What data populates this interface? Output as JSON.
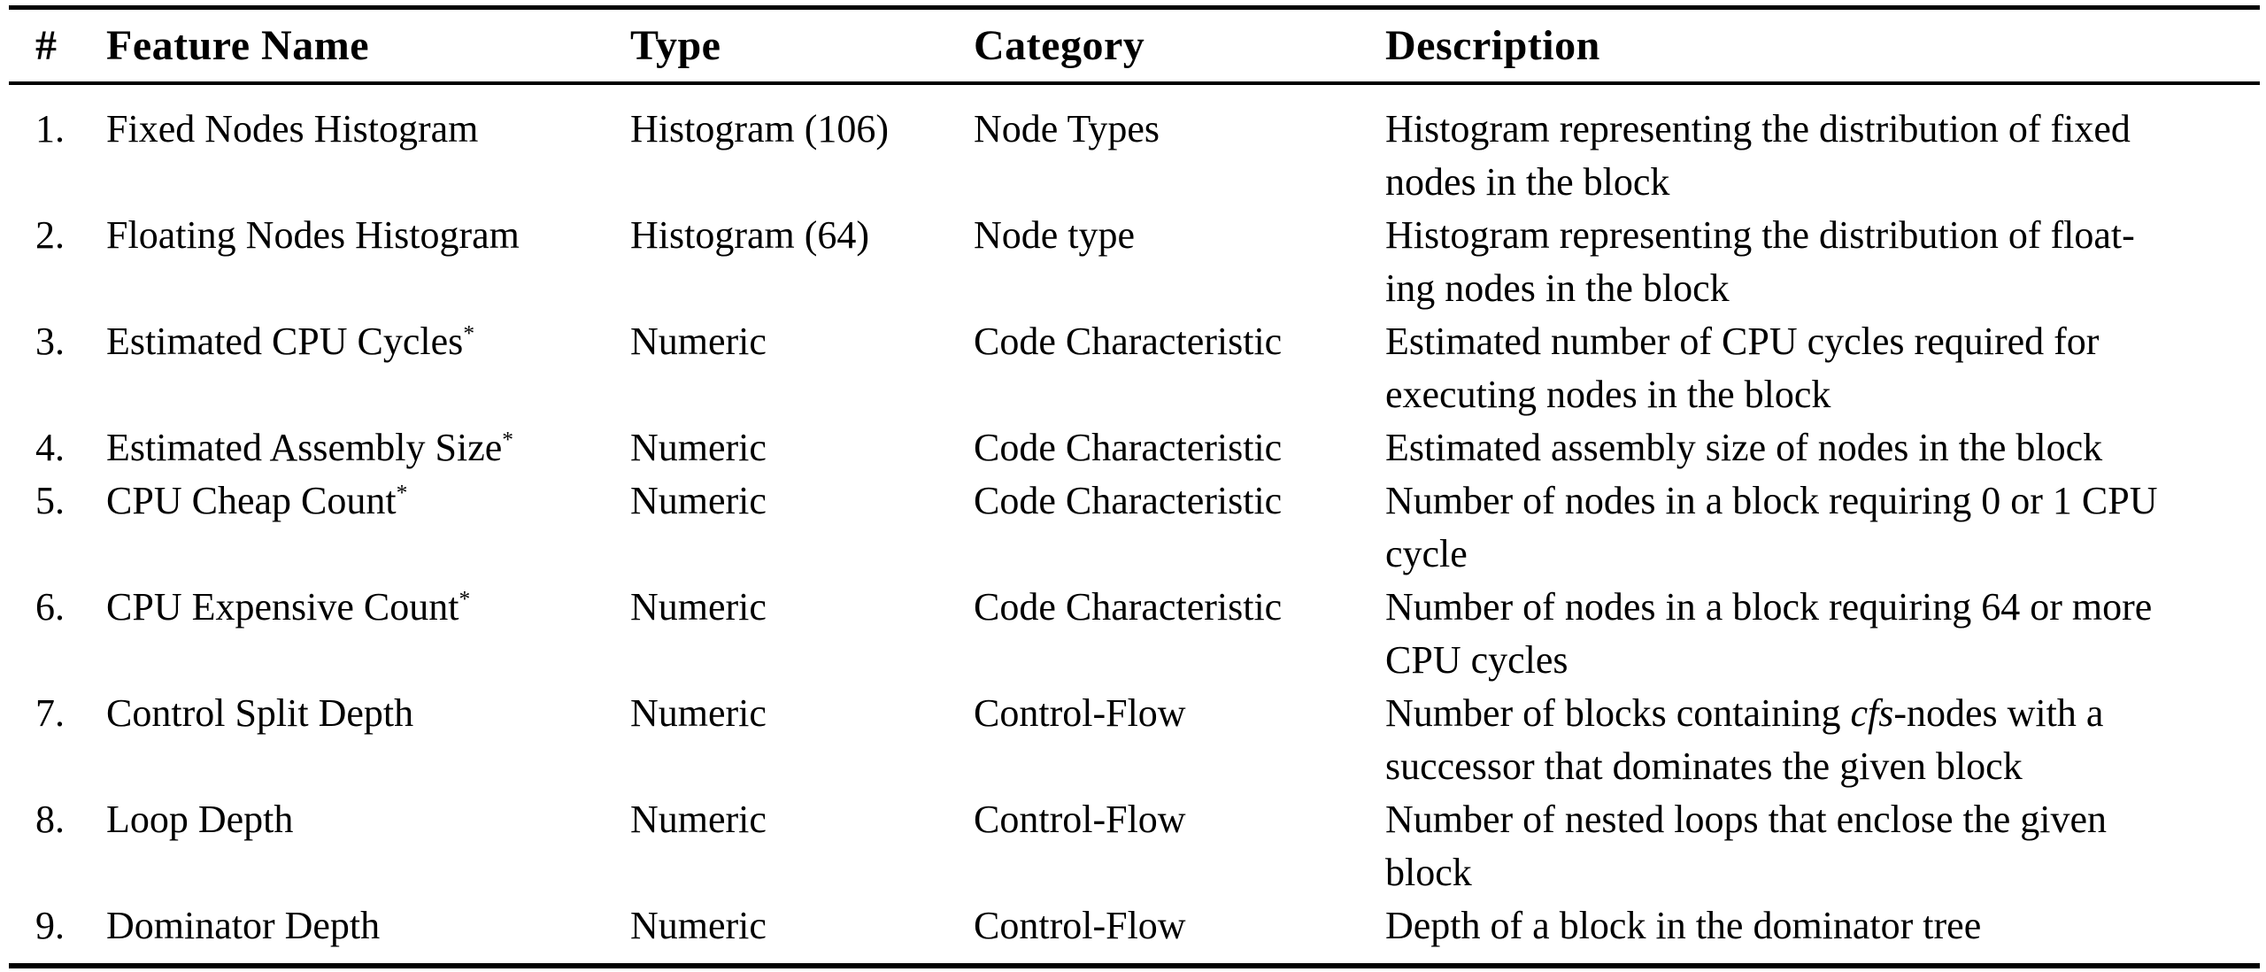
{
  "colors": {
    "background": "#ffffff",
    "text": "#000000",
    "rule": "#000000"
  },
  "table": {
    "star_symbol": "*",
    "columns": [
      {
        "key": "num",
        "label": "#"
      },
      {
        "key": "feature",
        "label": "Feature Name"
      },
      {
        "key": "type",
        "label": "Type"
      },
      {
        "key": "category",
        "label": "Category"
      },
      {
        "key": "description",
        "label": "Description"
      }
    ],
    "rows": [
      {
        "num": "1.",
        "feature": "Fixed Nodes Histogram",
        "star": false,
        "type": "Histogram (106)",
        "category": "Node Types",
        "description_lines": [
          "Histogram representing the distribution of fixed",
          "nodes in the block"
        ]
      },
      {
        "num": "2.",
        "feature": "Floating Nodes Histogram",
        "star": false,
        "type": "Histogram (64)",
        "category": "Node type",
        "description_lines": [
          "Histogram representing the distribution of float-",
          "ing nodes in the block"
        ]
      },
      {
        "num": "3.",
        "feature": "Estimated CPU Cycles",
        "star": true,
        "type": "Numeric",
        "category": "Code Characteristic",
        "description_lines": [
          "Estimated number of CPU cycles required for",
          "executing nodes in the block"
        ]
      },
      {
        "num": "4.",
        "feature": "Estimated Assembly Size",
        "star": true,
        "type": "Numeric",
        "category": "Code Characteristic",
        "description_lines": [
          "Estimated assembly size of nodes in the block"
        ]
      },
      {
        "num": "5.",
        "feature": "CPU Cheap Count",
        "star": true,
        "type": "Numeric",
        "category": "Code Characteristic",
        "description_lines": [
          "Number of nodes in a block requiring 0 or 1 CPU",
          "cycle"
        ]
      },
      {
        "num": "6.",
        "feature": "CPU Expensive Count",
        "star": true,
        "type": "Numeric",
        "category": "Code Characteristic",
        "description_lines": [
          "Number of nodes in a block requiring 64 or more",
          "CPU cycles"
        ]
      },
      {
        "num": "7.",
        "feature": "Control Split Depth",
        "star": false,
        "type": "Numeric",
        "category": "Control-Flow",
        "description_lines": [
          [
            {
              "text": "Number of blocks containing "
            },
            {
              "text": "cfs",
              "italic": true
            },
            {
              "text": "-nodes with a"
            }
          ],
          "successor that dominates the given block"
        ]
      },
      {
        "num": "8.",
        "feature": "Loop Depth",
        "star": false,
        "type": "Numeric",
        "category": "Control-Flow",
        "description_lines": [
          "Number of nested loops that enclose the given",
          "block"
        ]
      },
      {
        "num": "9.",
        "feature": "Dominator Depth",
        "star": false,
        "type": "Numeric",
        "category": "Control-Flow",
        "description_lines": [
          "Depth of a block in the dominator tree"
        ]
      }
    ]
  }
}
